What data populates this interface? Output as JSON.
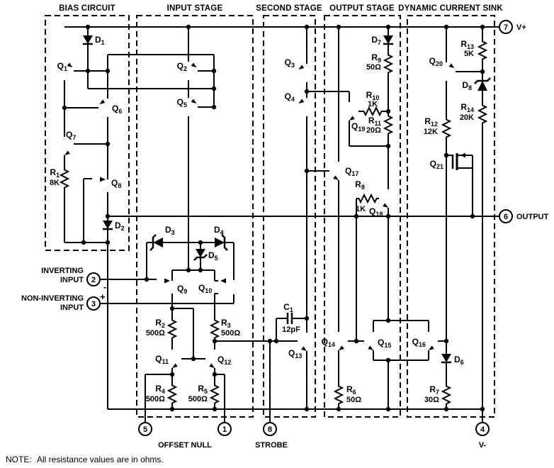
{
  "stages": {
    "bias": "BIAS CIRCUIT",
    "input": "INPUT STAGE",
    "second": "SECOND STAGE",
    "output": "OUTPUT STAGE",
    "sink": "DYNAMIC CURRENT SINK"
  },
  "transistors": {
    "q1": "Q1",
    "q2": "Q2",
    "q3": "Q3",
    "q4": "Q4",
    "q5": "Q5",
    "q6": "Q6",
    "q7": "Q7",
    "q8": "Q8",
    "q9": "Q9",
    "q10": "Q10",
    "q11": "Q11",
    "q12": "Q12",
    "q13": "Q13",
    "q14": "Q14",
    "q15": "Q15",
    "q16": "Q16",
    "q17": "Q17",
    "q18": "Q18",
    "q19": "Q19",
    "q20": "Q20",
    "q21": "Q21"
  },
  "diodes": {
    "d1": "D1",
    "d2": "D2",
    "d3": "D3",
    "d4": "D4",
    "d5": "D5",
    "d6": "D6",
    "d7": "D7",
    "d8": "D8"
  },
  "resistors": {
    "r1": {
      "name": "R1",
      "value": "8K"
    },
    "r2": {
      "name": "R2",
      "value": "500Ω"
    },
    "r3": {
      "name": "R3",
      "value": "500Ω"
    },
    "r4": {
      "name": "R4",
      "value": "500Ω"
    },
    "r5": {
      "name": "R5",
      "value": "500Ω"
    },
    "r6": {
      "name": "R6",
      "value": "50Ω"
    },
    "r7": {
      "name": "R7",
      "value": "30Ω"
    },
    "r8": {
      "name": "R8",
      "value": "1K"
    },
    "r9": {
      "name": "R9",
      "value": "50Ω"
    },
    "r10": {
      "name": "R10",
      "value": "1K"
    },
    "r11": {
      "name": "R11",
      "value": "20Ω"
    },
    "r12": {
      "name": "R12",
      "value": "12K"
    },
    "r13": {
      "name": "R13",
      "value": "5K"
    },
    "r14": {
      "name": "R14",
      "value": "20K"
    }
  },
  "capacitor": {
    "name": "C1",
    "value": "12pF"
  },
  "pins": {
    "p7num": "7",
    "p7label": "V+",
    "p6num": "6",
    "p6label": "OUTPUT",
    "p2num": "2",
    "p2line1": "INVERTING",
    "p2line2": "INPUT",
    "p2sign": "-",
    "p3num": "3",
    "p3line1": "NON-INVERTING",
    "p3line2": "INPUT",
    "p3sign": "+",
    "p5num": "5",
    "p1num": "1",
    "offset_null": "OFFSET NULL",
    "p8num": "8",
    "p8label": "STROBE",
    "p4num": "4",
    "p4label": "V-"
  },
  "note": {
    "label": "NOTE:",
    "text": "All resistance values are in ohms."
  }
}
